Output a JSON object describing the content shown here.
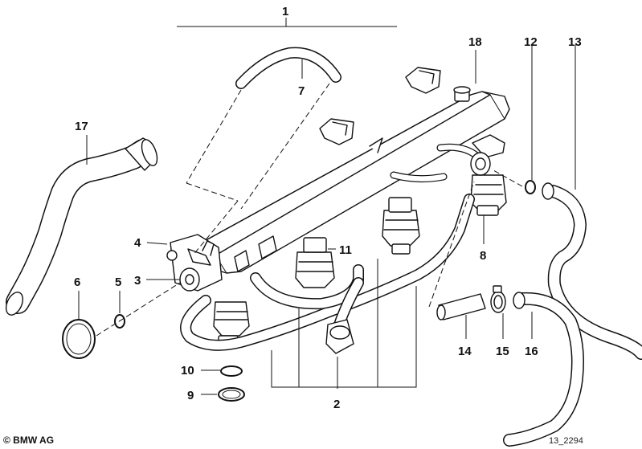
{
  "diagram": {
    "callouts": {
      "c1": "1",
      "c2": "2",
      "c3": "3",
      "c4": "4",
      "c5": "5",
      "c6": "6",
      "c7": "7",
      "c8": "8",
      "c9": "9",
      "c10": "10",
      "c11": "11",
      "c12": "12",
      "c13": "13",
      "c14": "14",
      "c15": "15",
      "c16": "16",
      "c17": "17",
      "c18": "18"
    },
    "copyright": "© BMW AG",
    "reference": "13_2294"
  }
}
